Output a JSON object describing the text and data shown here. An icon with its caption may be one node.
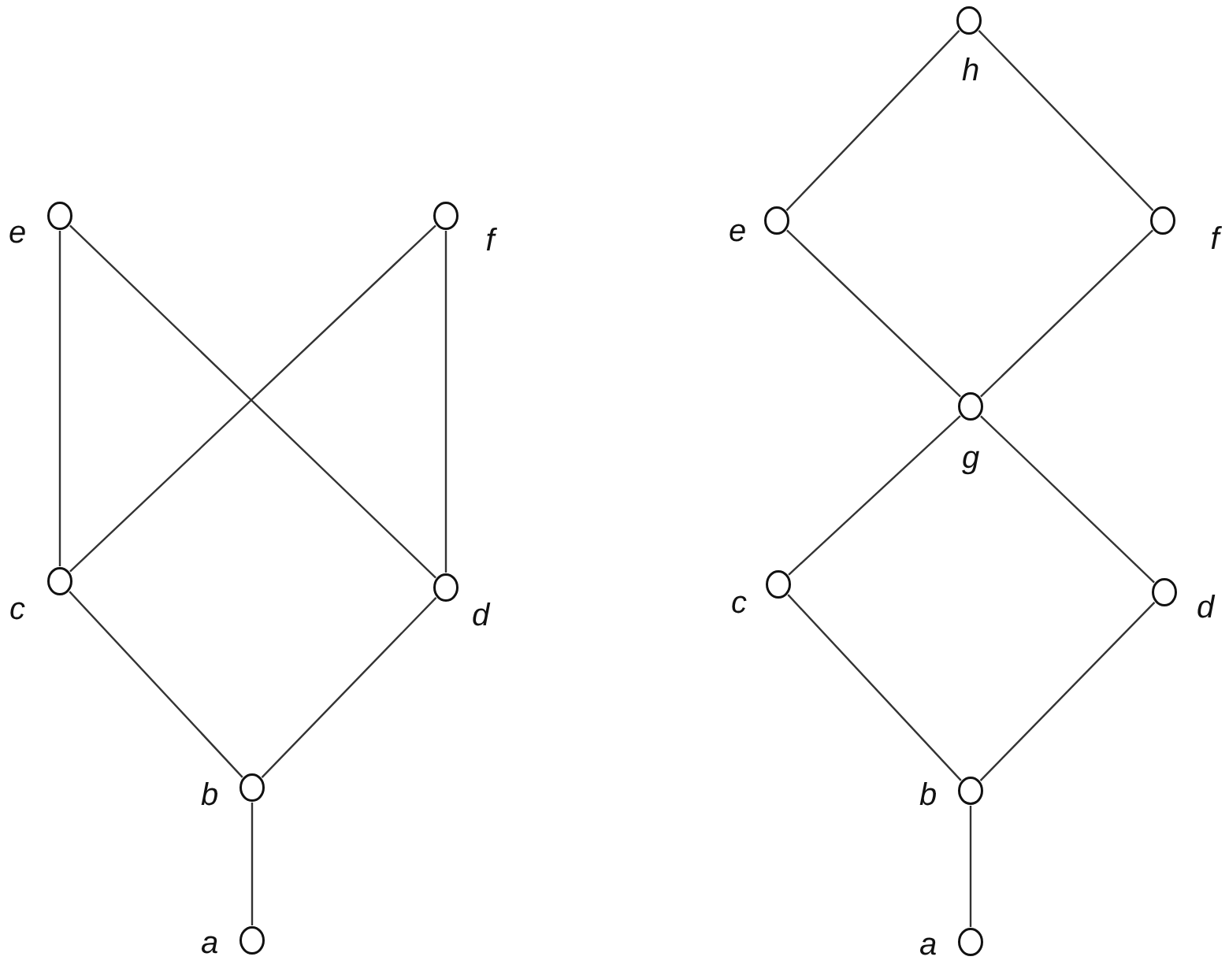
{
  "diagram": {
    "nodes": [
      {
        "text": [],
        "shape": "circle",
        "beside": [
          "e"
        ]
      },
      {
        "text": [],
        "shape": "circle",
        "beside": [
          "f"
        ]
      },
      {
        "text": [],
        "shape": "circle",
        "beside": [
          "c"
        ]
      },
      {
        "text": [],
        "shape": "circle",
        "beside": [
          "d"
        ]
      },
      {
        "text": [],
        "shape": "circle",
        "beside": [
          "b"
        ]
      },
      {
        "text": [],
        "shape": "circle",
        "beside": [
          "a"
        ]
      },
      {
        "text": [],
        "shape": "circle",
        "beside": [
          "h"
        ]
      },
      {
        "text": [],
        "shape": "circle",
        "beside": [
          "e"
        ]
      },
      {
        "text": [],
        "shape": "circle",
        "beside": [
          "f"
        ]
      },
      {
        "text": [],
        "shape": "circle",
        "beside": [
          "g"
        ]
      },
      {
        "text": [],
        "shape": "circle",
        "beside": [
          "c"
        ]
      },
      {
        "text": [],
        "shape": "circle",
        "beside": [
          "d"
        ]
      },
      {
        "text": [],
        "shape": "circle",
        "beside": [
          "b"
        ]
      },
      {
        "text": [],
        "shape": "circle",
        "beside": [
          "a"
        ]
      }
    ],
    "edges": [
      {
        "from": 0,
        "to": 2,
        "arrow": "none"
      },
      {
        "from": 0,
        "to": 3,
        "arrow": "none"
      },
      {
        "from": 1,
        "to": 2,
        "arrow": "none"
      },
      {
        "from": 1,
        "to": 3,
        "arrow": "none"
      },
      {
        "from": 2,
        "to": 4,
        "arrow": "none"
      },
      {
        "from": 3,
        "to": 4,
        "arrow": "none"
      },
      {
        "from": 4,
        "to": 5,
        "arrow": "none"
      },
      {
        "from": 6,
        "to": 7,
        "arrow": "none"
      },
      {
        "from": 6,
        "to": 8,
        "arrow": "none"
      },
      {
        "from": 7,
        "to": 9,
        "arrow": "none"
      },
      {
        "from": 8,
        "to": 9,
        "arrow": "none"
      },
      {
        "from": 9,
        "to": 10,
        "arrow": "none"
      },
      {
        "from": 9,
        "to": 11,
        "arrow": "none"
      },
      {
        "from": 10,
        "to": 12,
        "arrow": "none"
      },
      {
        "from": 11,
        "to": 12,
        "arrow": "none"
      },
      {
        "from": 12,
        "to": 13,
        "arrow": "none"
      }
    ]
  }
}
